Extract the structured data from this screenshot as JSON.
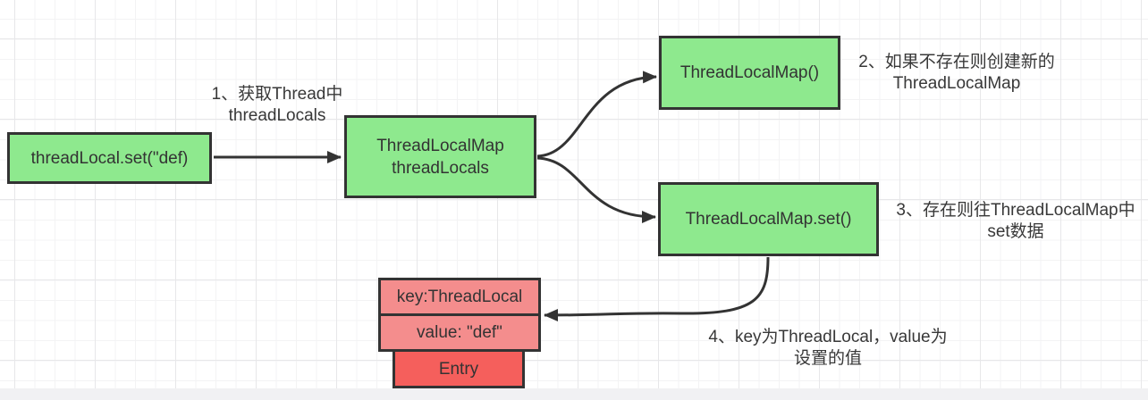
{
  "diagram": {
    "title_topic": "ThreadLocal set flow",
    "nodes": {
      "set_call": {
        "label": "threadLocal.set(\"def)"
      },
      "hub": {
        "line1": "ThreadLocalMap",
        "line2": "threadLocals"
      },
      "ctor": {
        "label": "ThreadLocalMap()"
      },
      "map_set": {
        "label": "ThreadLocalMap.set()"
      },
      "entry_key": {
        "label": "key:ThreadLocal"
      },
      "entry_value": {
        "label": "value: \"def\""
      },
      "entry": {
        "label": "Entry"
      }
    },
    "annotations": {
      "a1": {
        "line1": "1、获取Thread中",
        "line2": "threadLocals"
      },
      "a2": {
        "line1": "2、如果不存在则创建新的",
        "line2": "ThreadLocalMap"
      },
      "a3": {
        "line1": "3、存在则往ThreadLocalMap中",
        "line2": "set数据"
      },
      "a4": {
        "line1": "4、key为ThreadLocal，value为",
        "line2": "设置的值"
      }
    },
    "colors": {
      "node_green": "#8ee98e",
      "node_pink": "#f48d8d",
      "node_red": "#f55f5c",
      "stroke": "#333333",
      "grid_minor": "#f3f3f4",
      "grid_major": "#e7e7e9",
      "scroll_strip": "#f1f1f3"
    }
  }
}
